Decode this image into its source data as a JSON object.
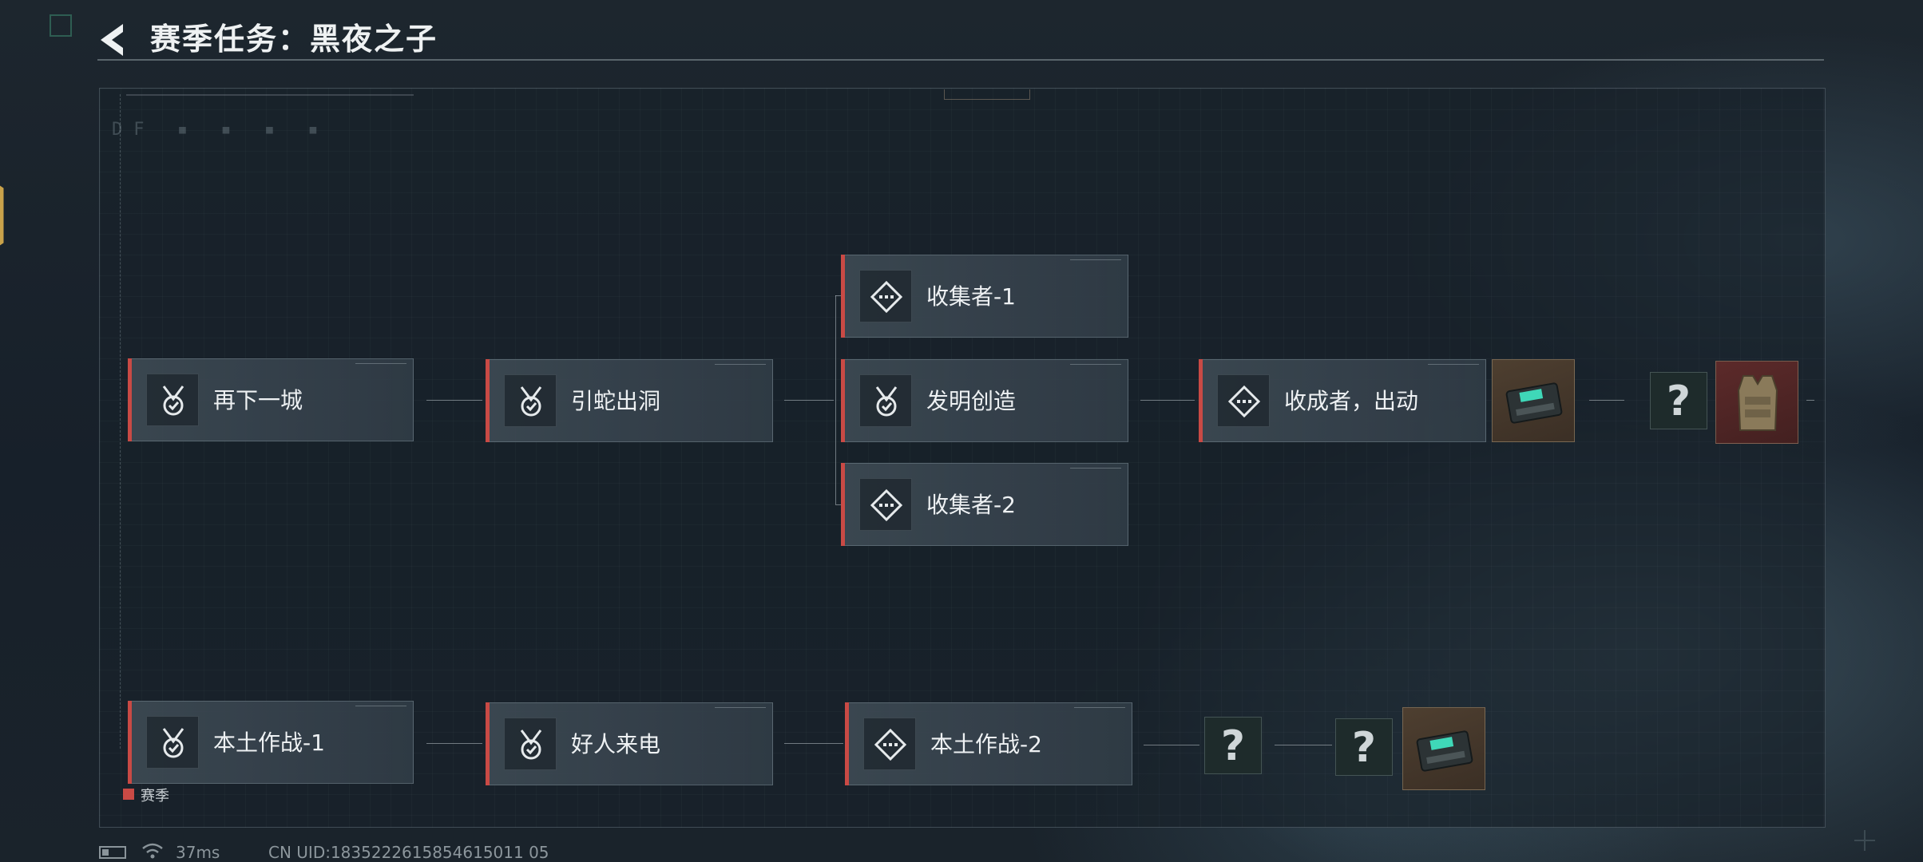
{
  "header": {
    "title": "赛季任务：黑夜之子"
  },
  "row1": {
    "tasks": [
      {
        "label": "再下一城",
        "icon": "medal-check-icon"
      },
      {
        "label": "引蛇出洞",
        "icon": "medal-check-icon"
      },
      {
        "label": "收集者-1",
        "icon": "diamond-ellipsis-icon"
      },
      {
        "label": "发明创造",
        "icon": "medal-check-icon"
      },
      {
        "label": "收集者-2",
        "icon": "diamond-ellipsis-icon"
      },
      {
        "label": "收成者，出动",
        "icon": "diamond-ellipsis-icon"
      }
    ],
    "rewards": [
      {
        "type": "item",
        "icon": "device-case-icon"
      },
      {
        "type": "unknown",
        "label": "?"
      },
      {
        "type": "item",
        "icon": "armor-vest-icon"
      }
    ]
  },
  "row2": {
    "tasks": [
      {
        "label": "本土作战-1",
        "icon": "medal-check-icon"
      },
      {
        "label": "好人来电",
        "icon": "medal-check-icon"
      },
      {
        "label": "本土作战-2",
        "icon": "diamond-ellipsis-icon"
      }
    ],
    "rewards": [
      {
        "type": "unknown",
        "label": "?"
      },
      {
        "type": "unknown",
        "label": "?"
      },
      {
        "type": "item",
        "icon": "device-case-icon"
      }
    ]
  },
  "legend": {
    "label": "赛季",
    "color": "#c94a45"
  },
  "footer": {
    "ping": "37ms",
    "uid": "CN UID:1835222615854615011 05"
  },
  "colors": {
    "accent": "#c94a45",
    "card": "#3c4852",
    "background": "#1a232b"
  }
}
